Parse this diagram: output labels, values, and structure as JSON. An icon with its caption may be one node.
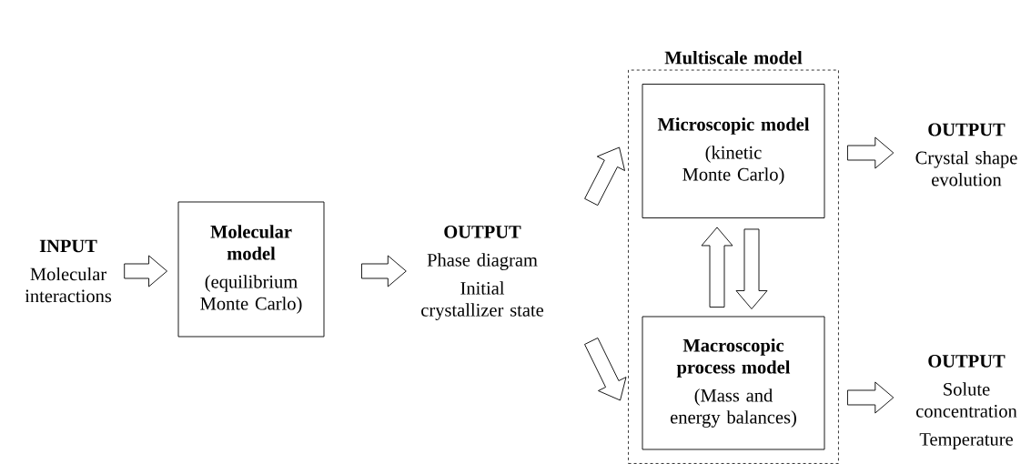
{
  "diagram": {
    "nodes": [
      {
        "text": [
          "INPUT",
          "Molecular interactions"
        ]
      },
      {
        "text": [
          "Molecular model",
          "(equilibrium Monte Carlo)"
        ]
      },
      {
        "text": [
          "OUTPUT",
          "Phase diagram",
          "Initial crystallizer state"
        ]
      },
      {
        "text": [
          "Multiscale model"
        ]
      },
      {
        "text": [
          "Microscopic model",
          "(kinetic Monte Carlo)"
        ],
        "in": 3
      },
      {
        "text": [
          "Macroscopic process model",
          "(Mass and energy balances)"
        ],
        "in": 3
      },
      {
        "text": [
          "OUTPUT",
          "Crystal shape evolution"
        ]
      },
      {
        "text": [
          "OUTPUT",
          "Solute concentration",
          "Temperature"
        ]
      }
    ],
    "edges": [
      {
        "from": 0,
        "to": 1,
        "arrow": "to"
      },
      {
        "from": 1,
        "to": 2,
        "arrow": "to"
      },
      {
        "from": 2,
        "to": 4,
        "arrow": "to"
      },
      {
        "from": 2,
        "to": 5,
        "arrow": "to"
      },
      {
        "from": 5,
        "to": 4,
        "arrow": "to"
      },
      {
        "from": 4,
        "to": 5,
        "arrow": "to"
      },
      {
        "from": 4,
        "to": 6,
        "arrow": "to"
      },
      {
        "from": 5,
        "to": 7,
        "arrow": "to"
      }
    ]
  }
}
